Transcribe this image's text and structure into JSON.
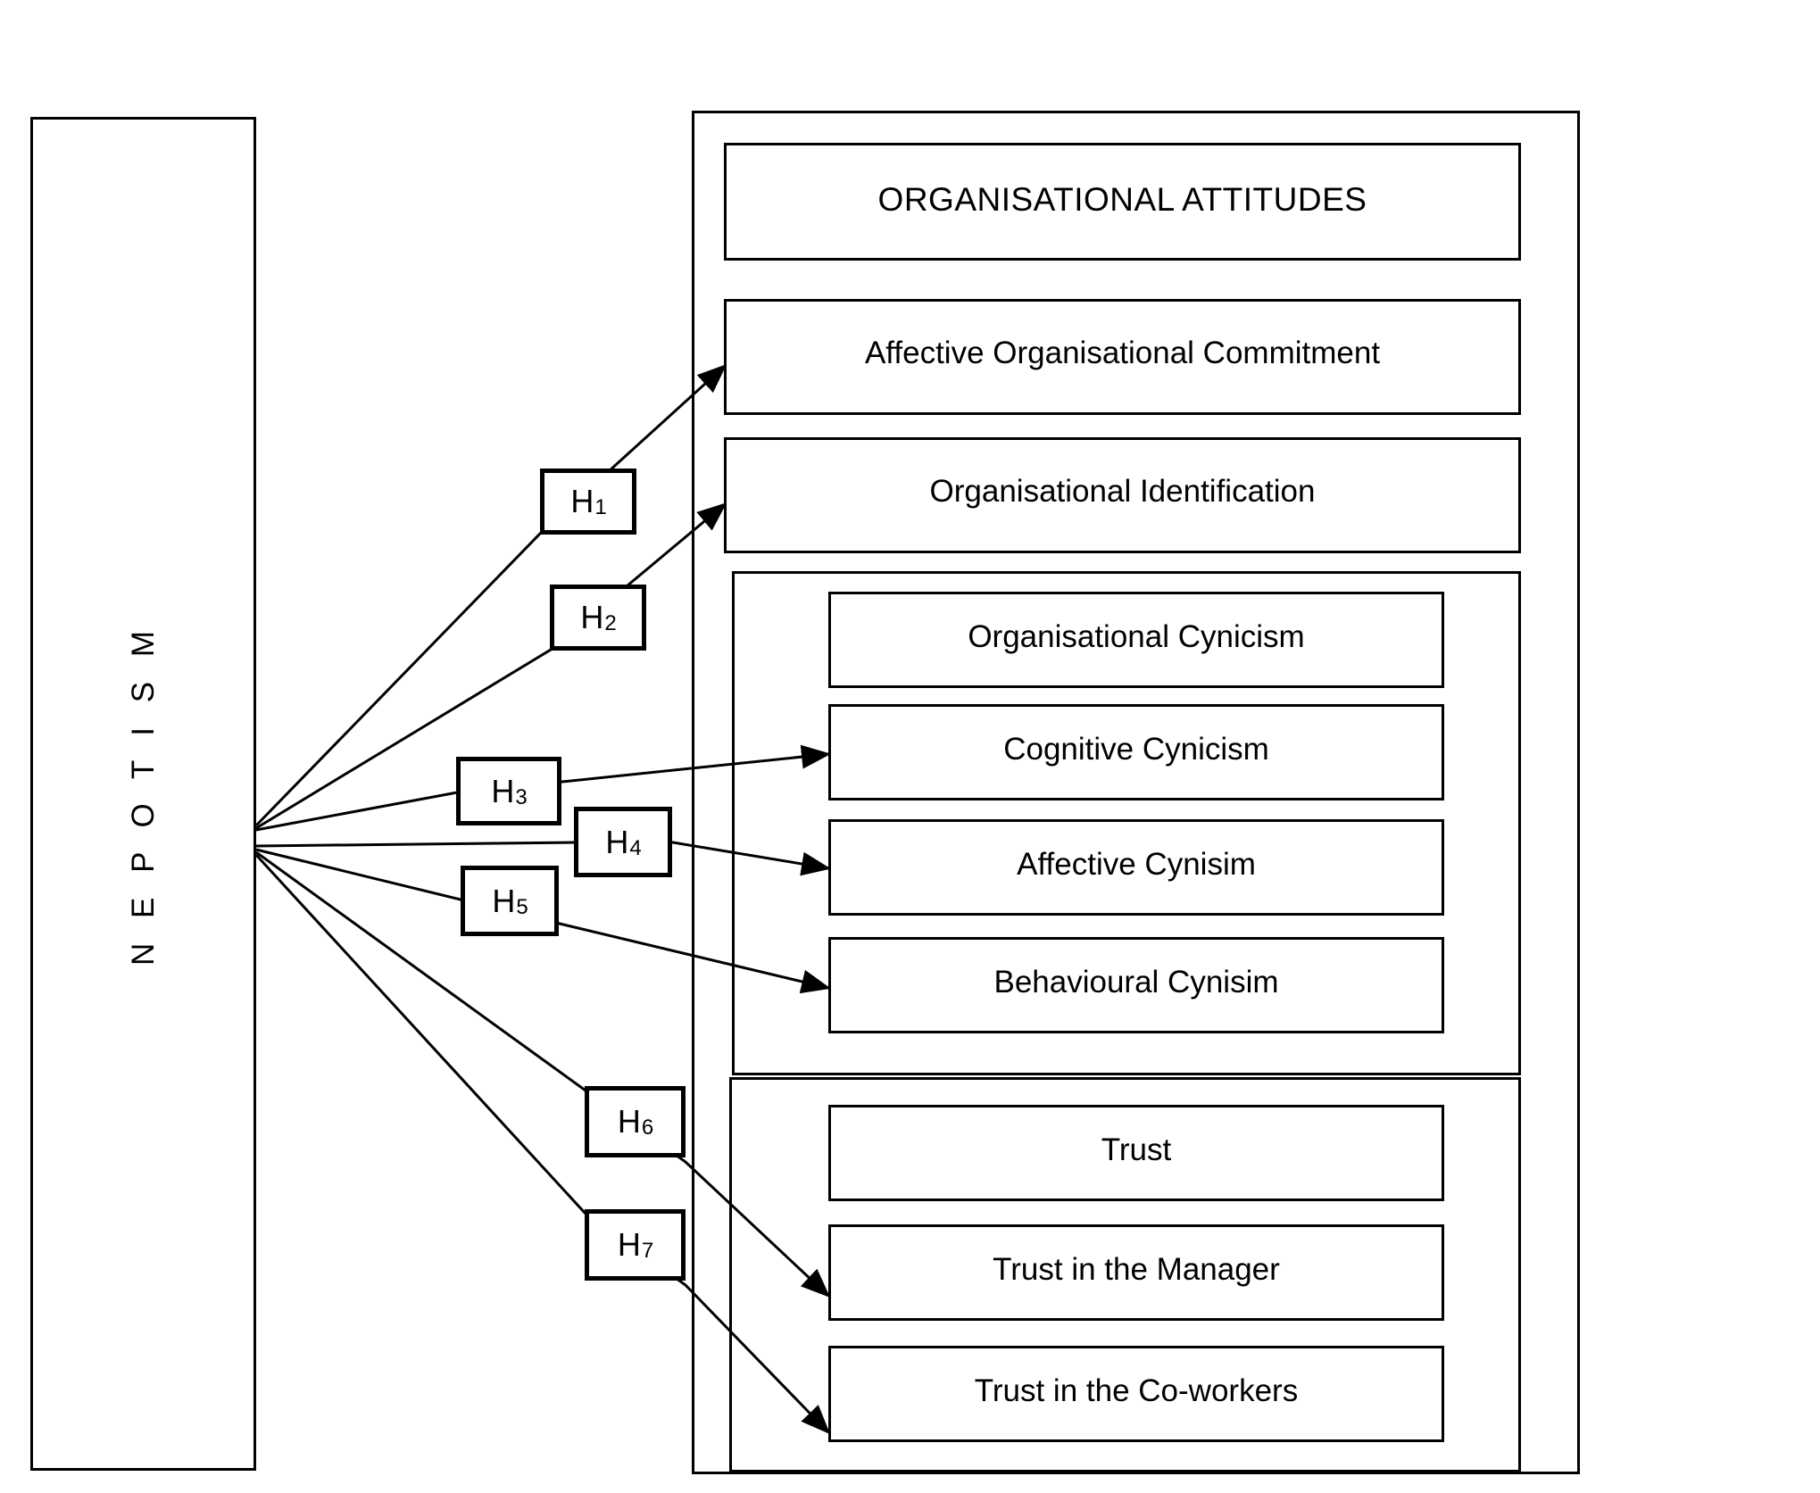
{
  "diagram": {
    "title": "Nepotism and Organisational Attitudes research model",
    "colors": {
      "stroke": "#000000",
      "background": "#ffffff",
      "text": "#000000"
    }
  },
  "source": {
    "label": "N E P O T I S M"
  },
  "attitudes": {
    "header": "ORGANISATIONAL ATTITUDES",
    "commitment": "Affective Organisational Commitment",
    "identification": "Organisational Identification"
  },
  "cynicism": {
    "organisational": "Organisational Cynicism",
    "cognitive": "Cognitive Cynicism",
    "affective": "Affective Cynisim",
    "behavioural": "Behavioural Cynisim"
  },
  "trust": {
    "root": "Trust",
    "manager": "Trust in the Manager",
    "coworkers": "Trust in the Co-workers"
  },
  "hypotheses": [
    {
      "id": "H1",
      "letter": "H",
      "index": "1",
      "target": "Affective Organisational Commitment"
    },
    {
      "id": "H2",
      "letter": "H",
      "index": "2",
      "target": "Organisational Identification"
    },
    {
      "id": "H3",
      "letter": "H",
      "index": "3",
      "target": "Cognitive Cynicism"
    },
    {
      "id": "H4",
      "letter": "H",
      "index": "4",
      "target": "Affective Cynisim"
    },
    {
      "id": "H5",
      "letter": "H",
      "index": "5",
      "target": "Behavioural Cynisim"
    },
    {
      "id": "H6",
      "letter": "H",
      "index": "6",
      "target": "Trust in the Manager"
    },
    {
      "id": "H7",
      "letter": "H",
      "index": "7",
      "target": "Trust in the Co-workers"
    }
  ]
}
